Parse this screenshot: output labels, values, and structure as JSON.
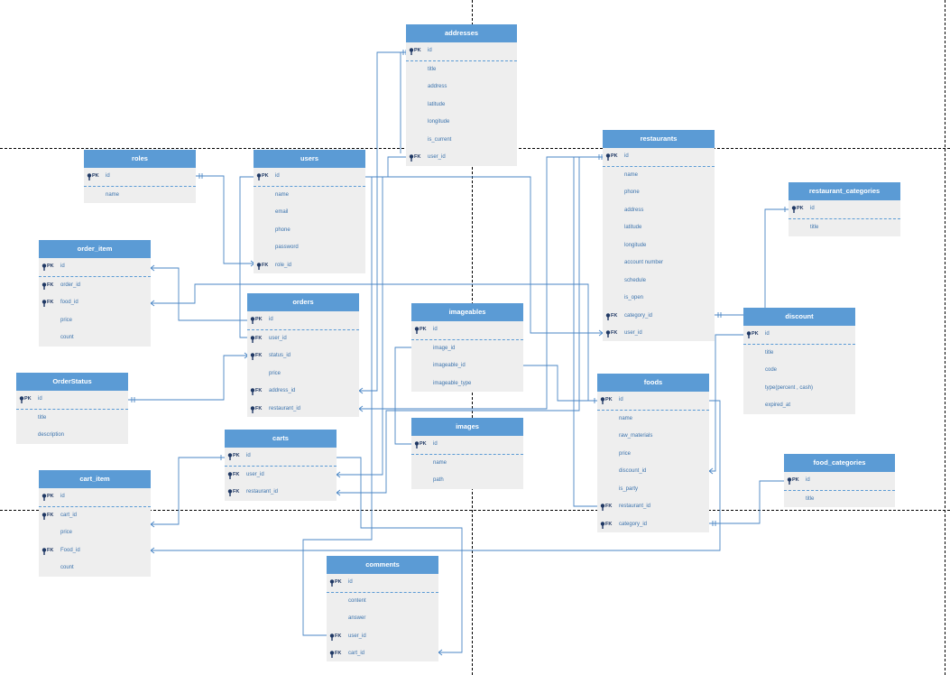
{
  "entities": {
    "addresses": {
      "title": "addresses",
      "fields": [
        {
          "key": "PK",
          "name": "id"
        },
        {
          "key": "",
          "name": "title"
        },
        {
          "key": "",
          "name": "address"
        },
        {
          "key": "",
          "name": "latitude"
        },
        {
          "key": "",
          "name": "longitude"
        },
        {
          "key": "",
          "name": "is_current"
        },
        {
          "key": "FK",
          "name": "user_id"
        }
      ]
    },
    "roles": {
      "title": "roles",
      "fields": [
        {
          "key": "PK",
          "name": "id"
        },
        {
          "key": "",
          "name": "name"
        }
      ]
    },
    "users": {
      "title": "users",
      "fields": [
        {
          "key": "PK",
          "name": "id"
        },
        {
          "key": "",
          "name": "name"
        },
        {
          "key": "",
          "name": "email"
        },
        {
          "key": "",
          "name": "phone"
        },
        {
          "key": "",
          "name": "password"
        },
        {
          "key": "FK",
          "name": "role_id"
        }
      ]
    },
    "restaurants": {
      "title": "restaurants",
      "fields": [
        {
          "key": "PK",
          "name": "id"
        },
        {
          "key": "",
          "name": "name"
        },
        {
          "key": "",
          "name": "phone"
        },
        {
          "key": "",
          "name": "address"
        },
        {
          "key": "",
          "name": "latitude"
        },
        {
          "key": "",
          "name": "longitude"
        },
        {
          "key": "",
          "name": "account number"
        },
        {
          "key": "",
          "name": "schedule"
        },
        {
          "key": "",
          "name": "is_open"
        },
        {
          "key": "FK",
          "name": "category_id"
        },
        {
          "key": "FK",
          "name": "user_id"
        }
      ]
    },
    "restaurant_categories": {
      "title": "restaurant_categories",
      "fields": [
        {
          "key": "PK",
          "name": "id"
        },
        {
          "key": "",
          "name": "title"
        }
      ]
    },
    "order_item": {
      "title": "order_item",
      "fields": [
        {
          "key": "PK",
          "name": "id"
        },
        {
          "key": "FK",
          "name": "order_id"
        },
        {
          "key": "FK",
          "name": "food_id"
        },
        {
          "key": "",
          "name": "price"
        },
        {
          "key": "",
          "name": "count"
        }
      ]
    },
    "orders": {
      "title": "orders",
      "fields": [
        {
          "key": "PK",
          "name": "id"
        },
        {
          "key": "FK",
          "name": "user_id"
        },
        {
          "key": "FK",
          "name": "status_id"
        },
        {
          "key": "",
          "name": "price"
        },
        {
          "key": "FK",
          "name": "address_id"
        },
        {
          "key": "FK",
          "name": "restaurant_id"
        }
      ]
    },
    "imageables": {
      "title": "imageables",
      "fields": [
        {
          "key": "PK",
          "name": "id"
        },
        {
          "key": "",
          "name": "image_id"
        },
        {
          "key": "",
          "name": "imageable_id"
        },
        {
          "key": "",
          "name": "imageable_type"
        }
      ]
    },
    "discount": {
      "title": "discount",
      "fields": [
        {
          "key": "PK",
          "name": "id"
        },
        {
          "key": "",
          "name": "title"
        },
        {
          "key": "",
          "name": "code"
        },
        {
          "key": "",
          "name": "type(percent , cash)"
        },
        {
          "key": "",
          "name": "expired_at"
        }
      ]
    },
    "orderstatus": {
      "title": "OrderStatus",
      "fields": [
        {
          "key": "PK",
          "name": "id"
        },
        {
          "key": "",
          "name": "title"
        },
        {
          "key": "",
          "name": "description"
        }
      ]
    },
    "foods": {
      "title": "foods",
      "fields": [
        {
          "key": "PK",
          "name": "id"
        },
        {
          "key": "",
          "name": "name"
        },
        {
          "key": "",
          "name": "raw_materials"
        },
        {
          "key": "",
          "name": "price"
        },
        {
          "key": "",
          "name": "discount_id"
        },
        {
          "key": "",
          "name": "is_party"
        },
        {
          "key": "FK",
          "name": "restaurant_id"
        },
        {
          "key": "FK",
          "name": "category_id"
        }
      ]
    },
    "images": {
      "title": "images",
      "fields": [
        {
          "key": "PK",
          "name": "id"
        },
        {
          "key": "",
          "name": "name"
        },
        {
          "key": "",
          "name": "path"
        }
      ]
    },
    "carts": {
      "title": "carts",
      "fields": [
        {
          "key": "PK",
          "name": "id"
        },
        {
          "key": "FK",
          "name": "user_id"
        },
        {
          "key": "FK",
          "name": "restaurant_id"
        }
      ]
    },
    "food_categories": {
      "title": "food_categories",
      "fields": [
        {
          "key": "PK",
          "name": "id"
        },
        {
          "key": "",
          "name": "title"
        }
      ]
    },
    "cart_item": {
      "title": "cart_item",
      "fields": [
        {
          "key": "PK",
          "name": "id"
        },
        {
          "key": "FK",
          "name": "cart_id"
        },
        {
          "key": "",
          "name": "price"
        },
        {
          "key": "FK",
          "name": "Food_id"
        },
        {
          "key": "",
          "name": "count"
        }
      ]
    },
    "comments": {
      "title": "comments",
      "fields": [
        {
          "key": "PK",
          "name": "id"
        },
        {
          "key": "",
          "name": "content"
        },
        {
          "key": "",
          "name": "answer"
        },
        {
          "key": "FK",
          "name": "user_id"
        },
        {
          "key": "FK",
          "name": "cart_id"
        }
      ]
    }
  },
  "colors": {
    "header": "#5b9bd5",
    "body": "#eeeeee",
    "connector": "#4a86c5",
    "field_text": "#3b73ad",
    "key_text": "#1f3864"
  }
}
